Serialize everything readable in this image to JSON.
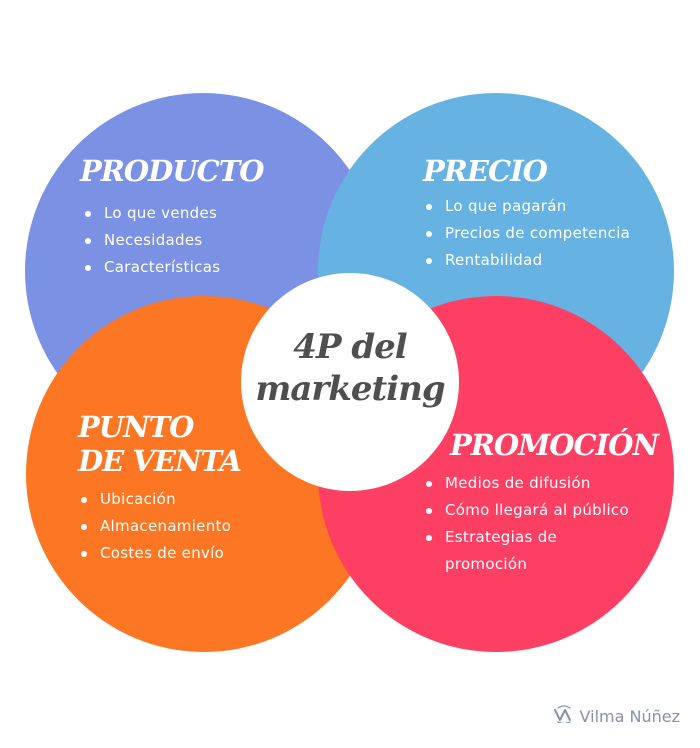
{
  "center": {
    "line1": "4P del",
    "line2": "marketing"
  },
  "quadrants": {
    "producto": {
      "title": "PRODUCTO",
      "color": "#7b91e3",
      "items": [
        "Lo que vendes",
        "Necesidades",
        "Características"
      ]
    },
    "precio": {
      "title": "PRECIO",
      "color": "#66b2e3",
      "items": [
        "Lo que pagarán",
        "Precios de competencia",
        "Rentabilidad"
      ]
    },
    "punto_venta": {
      "title_line1": "PUNTO",
      "title_line2": "DE VENTA",
      "color": "#fd7624",
      "items": [
        "Ubicación",
        "Almacenamiento",
        "Costes de envío"
      ]
    },
    "promocion": {
      "title": "PROMOCIÓN",
      "color": "#fe3f64",
      "items": [
        "Medios de difusión",
        "Cómo llegará al público",
        "Estrategias de promoción"
      ]
    }
  },
  "brand": {
    "logo_icon": "vn-wave-logo-icon",
    "name": "Vilma Núñez",
    "color": "#8a90a8"
  }
}
